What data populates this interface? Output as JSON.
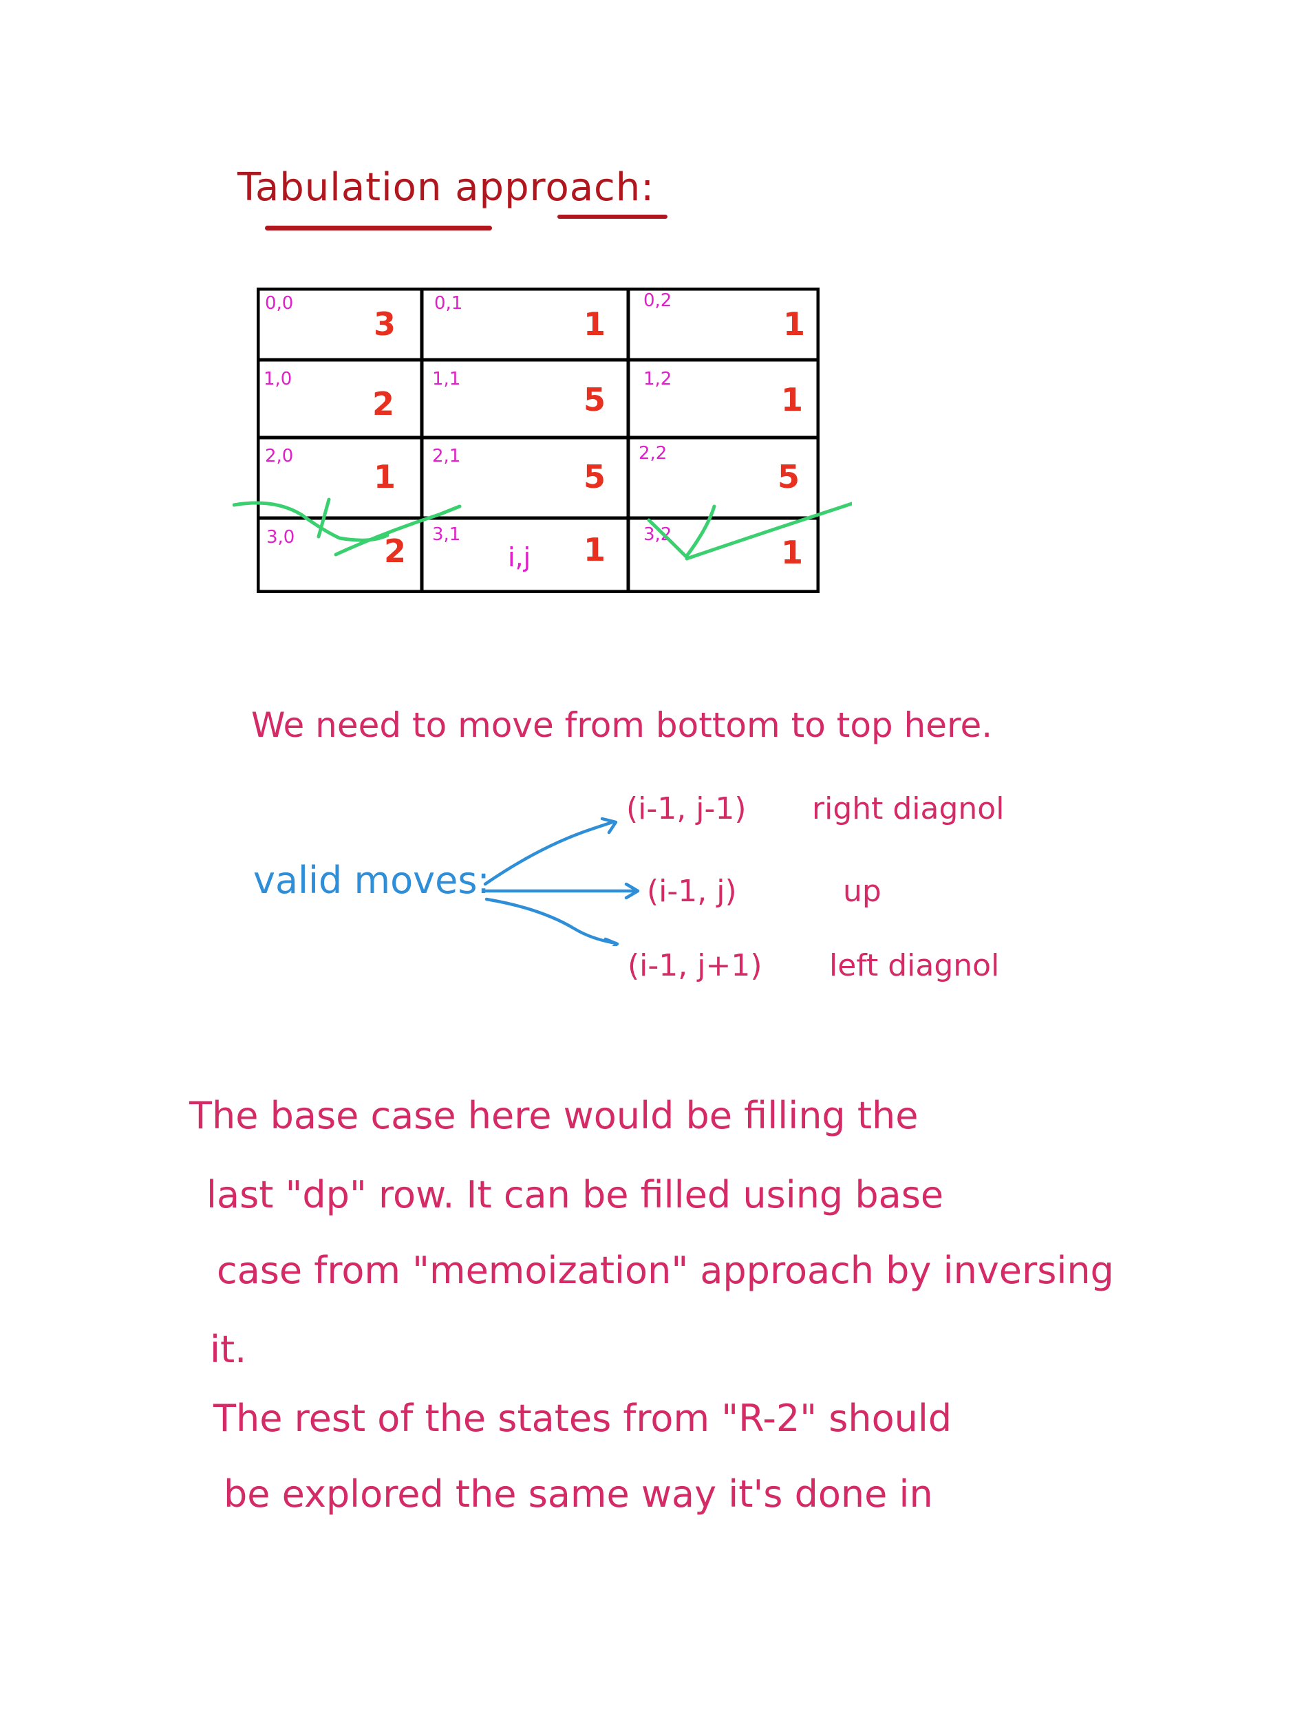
{
  "title": "Tabulation approach:",
  "grid": {
    "cells": [
      [
        {
          "idx": "0,0",
          "val": "3"
        },
        {
          "idx": "0,1",
          "val": "1"
        },
        {
          "idx": "0,2",
          "val": "1"
        }
      ],
      [
        {
          "idx": "1,0",
          "val": "2"
        },
        {
          "idx": "1,1",
          "val": "5"
        },
        {
          "idx": "1,2",
          "val": "1"
        }
      ],
      [
        {
          "idx": "2,0",
          "val": "1"
        },
        {
          "idx": "2,1",
          "val": "5"
        },
        {
          "idx": "2,2",
          "val": "5"
        }
      ],
      [
        {
          "idx": "3,0",
          "val": "2"
        },
        {
          "idx": "3,1",
          "val": "1"
        },
        {
          "idx": "3,2",
          "val": "1"
        }
      ]
    ],
    "ij_label": "i,j"
  },
  "line1": "We need to move from bottom to top here.",
  "moves": {
    "label": "valid moves:",
    "items": [
      {
        "coords": "(i-1, j-1)",
        "desc": "right diagnol"
      },
      {
        "coords": "(i-1, j)",
        "desc": "up"
      },
      {
        "coords": "(i-1, j+1)",
        "desc": "left diagnol"
      }
    ]
  },
  "paragraph1": [
    "The base case here would be filling the",
    "last \"dp\" row. It can be filled using base",
    "case from \"memoization\" approach by inversing",
    "it."
  ],
  "paragraph2": [
    "The rest of the states from \"R-2\" should",
    "be explored the same way it's done in"
  ],
  "colors": {
    "title": "#b0161e",
    "index": "#e020c8",
    "value": "#e83020",
    "check": "#3ad070",
    "moves": "#2e8ed8",
    "text": "#d42a66"
  }
}
